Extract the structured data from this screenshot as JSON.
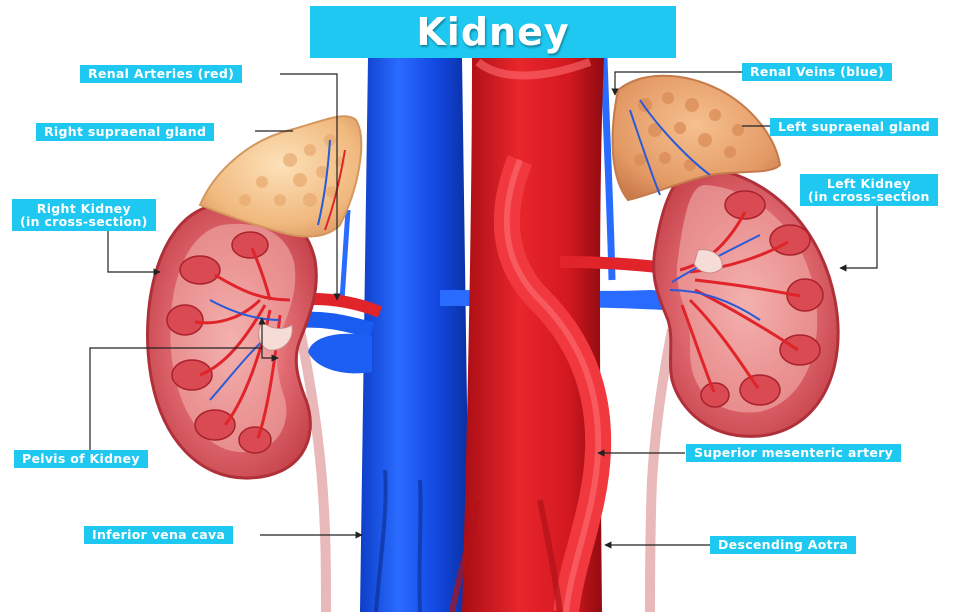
{
  "title": "Kidney",
  "labels": {
    "renal_arteries": "Renal Arteries (red)",
    "renal_veins": "Renal Veins (blue)",
    "right_suprarenal": "Right supraenal gland",
    "left_suprarenal": "Left supraenal gland",
    "right_kidney_1": "Right Kidney",
    "right_kidney_2": "(in cross-section)",
    "left_kidney_1": "Left Kidney",
    "left_kidney_2": "(in cross-section",
    "pelvis": "Pelvis of Kidney",
    "superior_mesenteric": "Superior mesenteric artery",
    "ivc": "Inferior vena cava",
    "aorta": "Descending Aotra"
  },
  "colors": {
    "label_bg": "#1ec8f0",
    "label_text": "#ffffff",
    "artery": "#e0242a",
    "vein": "#1a5cf0",
    "kidney": "#d9565d",
    "gland": "#f3c792"
  }
}
